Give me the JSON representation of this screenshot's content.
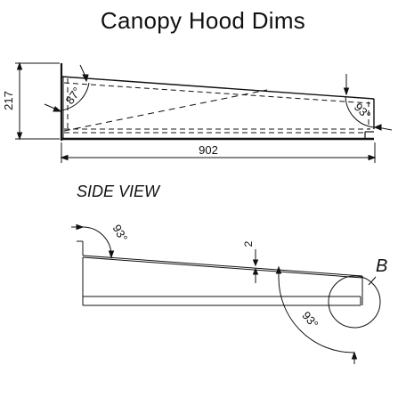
{
  "title": "Canopy Hood Dims",
  "top_view": {
    "height_dim": "217",
    "width_dim": "902",
    "angle_left": "87°",
    "angle_right": "93°"
  },
  "side_view": {
    "label": "SIDE VIEW",
    "angle_top": "93°",
    "angle_bottom": "93°",
    "thickness_dim": "2",
    "detail_label": "B"
  }
}
